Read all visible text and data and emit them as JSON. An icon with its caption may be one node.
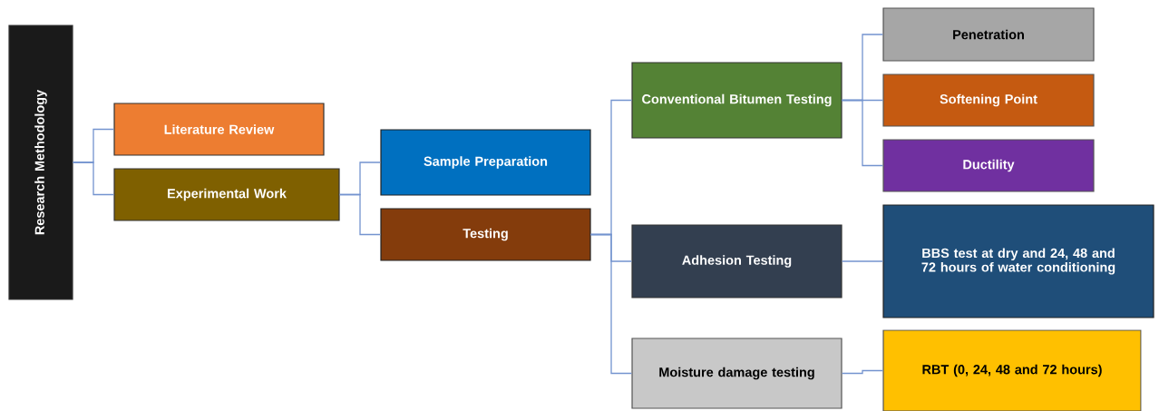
{
  "diagram": {
    "nodes": [
      {
        "text": [
          "Research Methodology"
        ]
      },
      {
        "text": [
          "Literature Review"
        ]
      },
      {
        "text": [
          "Experimental Work"
        ]
      },
      {
        "text": [
          "Sample Preparation"
        ]
      },
      {
        "text": [
          "Testing"
        ]
      },
      {
        "text": [
          "Conventional Bitumen Testing"
        ]
      },
      {
        "text": [
          "Adhesion Testing"
        ]
      },
      {
        "text": [
          "Moisture damage testing"
        ]
      },
      {
        "text": [
          "Penetration"
        ]
      },
      {
        "text": [
          "Softening Point"
        ]
      },
      {
        "text": [
          "Ductility"
        ]
      },
      {
        "text": [
          "BBS test at dry and 24, 48 and 72 hours of water conditioning"
        ]
      },
      {
        "text": [
          "RBT (0, 24, 48 and 72 hours)"
        ]
      }
    ],
    "edges": [
      {
        "from": 0,
        "to": 1,
        "arrow": "none"
      },
      {
        "from": 0,
        "to": 2,
        "arrow": "none"
      },
      {
        "from": 2,
        "to": 3,
        "arrow": "none"
      },
      {
        "from": 2,
        "to": 4,
        "arrow": "none"
      },
      {
        "from": 4,
        "to": 5,
        "arrow": "none"
      },
      {
        "from": 4,
        "to": 6,
        "arrow": "none"
      },
      {
        "from": 4,
        "to": 7,
        "arrow": "none"
      },
      {
        "from": 5,
        "to": 8,
        "arrow": "none"
      },
      {
        "from": 5,
        "to": 9,
        "arrow": "none"
      },
      {
        "from": 5,
        "to": 10,
        "arrow": "none"
      },
      {
        "from": 6,
        "to": 11,
        "arrow": "none"
      },
      {
        "from": 7,
        "to": 12,
        "arrow": "none"
      }
    ]
  }
}
